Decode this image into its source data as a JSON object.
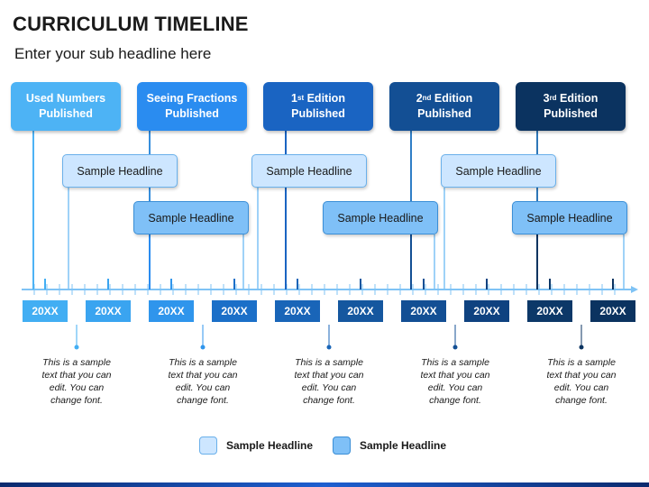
{
  "title": "CURRICULUM TIMELINE",
  "subtitle": "Enter your sub headline here",
  "milestones": [
    {
      "line1": "Used Numbers",
      "sup": "",
      "line1_rest": "",
      "line2": "Published",
      "color": "#4db3f5"
    },
    {
      "line1": "Seeing Fractions",
      "sup": "",
      "line1_rest": "",
      "line2": "Published",
      "color": "#2a8cf0"
    },
    {
      "line1": "1",
      "sup": "st",
      "line1_rest": " Edition",
      "line2": "Published",
      "color": "#1a64c2"
    },
    {
      "line1": "2",
      "sup": "nd",
      "line1_rest": " Edition",
      "line2": "Published",
      "color": "#134f94"
    },
    {
      "line1": "3",
      "sup": "rd",
      "line1_rest": " Edition",
      "line2": "Published",
      "color": "#0b3360"
    }
  ],
  "headlines": [
    {
      "label": "Sample Headline",
      "style": "light"
    },
    {
      "label": "Sample Headline",
      "style": "mid"
    },
    {
      "label": "Sample Headline",
      "style": "light"
    },
    {
      "label": "Sample Headline",
      "style": "mid"
    },
    {
      "label": "Sample Headline",
      "style": "light"
    },
    {
      "label": "Sample Headline",
      "style": "mid"
    }
  ],
  "years": [
    {
      "label": "20XX",
      "color": "#42aef3"
    },
    {
      "label": "20XX",
      "color": "#3aa4f0"
    },
    {
      "label": "20XX",
      "color": "#2f95ec"
    },
    {
      "label": "20XX",
      "color": "#1b6fc8"
    },
    {
      "label": "20XX",
      "color": "#1965b8"
    },
    {
      "label": "20XX",
      "color": "#15579f"
    },
    {
      "label": "20XX",
      "color": "#134f94"
    },
    {
      "label": "20XX",
      "color": "#0f4280"
    },
    {
      "label": "20XX",
      "color": "#0c3868"
    },
    {
      "label": "20XX",
      "color": "#0b3360"
    }
  ],
  "descriptions": [
    {
      "line1": "This is a sample",
      "line2": "text that you can",
      "line3": "edit. You can",
      "line4": "change font.",
      "color": "#42aef3"
    },
    {
      "line1": "This is a sample",
      "line2": "text that you can",
      "line3": "edit. You can",
      "line4": "change font.",
      "color": "#2f95ec"
    },
    {
      "line1": "This is a sample",
      "line2": "text that you can",
      "line3": "edit. You can",
      "line4": "change font.",
      "color": "#1965b8"
    },
    {
      "line1": "This is a sample",
      "line2": "text that you can",
      "line3": "edit. You can",
      "line4": "change font.",
      "color": "#134f94"
    },
    {
      "line1": "This is a sample",
      "line2": "text that you can",
      "line3": "edit. You can",
      "line4": "change font.",
      "color": "#0b3360"
    }
  ],
  "legend": [
    {
      "label": "Sample Headline",
      "fill": "#cde6ff",
      "stroke": "#6ab0ea"
    },
    {
      "label": "Sample Headline",
      "fill": "#7fc0f7",
      "stroke": "#3a8ed6"
    }
  ],
  "colors": {
    "axis": "#7fc3f5",
    "connector_light": "#7fc3f5"
  }
}
